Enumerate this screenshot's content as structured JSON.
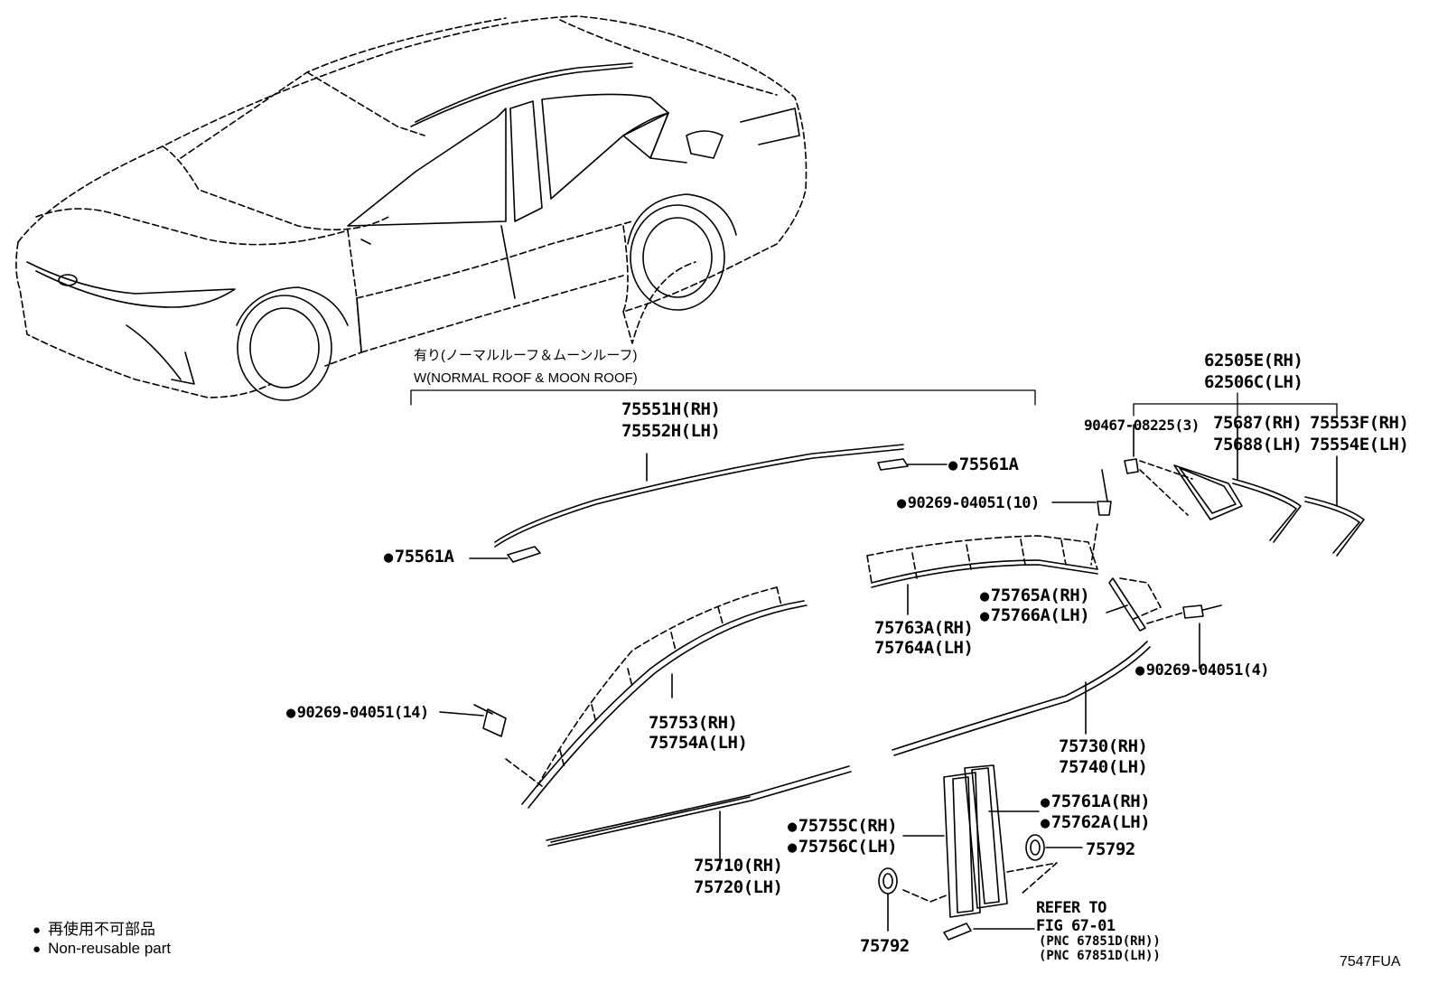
{
  "header": {
    "variant_jp": "有り(ノーマルルーフ＆ムーンルーフ)",
    "variant_en": "W(NORMAL ROOF & MOON ROOF)"
  },
  "parts": {
    "p75551": [
      "75551H(RH)",
      "75552H(LH)"
    ],
    "p75561_right": "75561A",
    "p75561_left": "75561A",
    "p90269_10": "90269-04051(10)",
    "p62505": [
      "62505E(RH)",
      "62506C(LH)"
    ],
    "p90467": "90467-08225(3)",
    "p75687": [
      "75687(RH)",
      "75688(LH)"
    ],
    "p75553": [
      "75553F(RH)",
      "75554E(LH)"
    ],
    "p75765": [
      "75765A(RH)",
      "75766A(LH)"
    ],
    "p75763": [
      "75763A(RH)",
      "75764A(LH)"
    ],
    "p90269_4": "90269-04051(4)",
    "p90269_14": "90269-04051(14)",
    "p75753": [
      "75753(RH)",
      "75754A(LH)"
    ],
    "p75730": [
      "75730(RH)",
      "75740(LH)"
    ],
    "p75761": [
      "75761A(RH)",
      "75762A(LH)"
    ],
    "p75755": [
      "75755C(RH)",
      "75756C(LH)"
    ],
    "p75792_right": "75792",
    "p75792_bottom": "75792",
    "p75710": [
      "75710(RH)",
      "75720(LH)"
    ],
    "refer": [
      "REFER TO",
      "FIG 67-01",
      "(PNC 67851D(RH))",
      "(PNC 67851D(LH))"
    ]
  },
  "legend": {
    "jp": "再使用不可部品",
    "en": "Non-reusable part"
  },
  "figure_id": "7547FUA",
  "non_reusable_marked": [
    "75561A",
    "90269-04051(10)",
    "75765A(RH)",
    "75766A(LH)",
    "90269-04051(4)",
    "90269-04051(14)",
    "75761A(RH)",
    "75762A(LH)",
    "75755C(RH)",
    "75756C(LH)"
  ]
}
